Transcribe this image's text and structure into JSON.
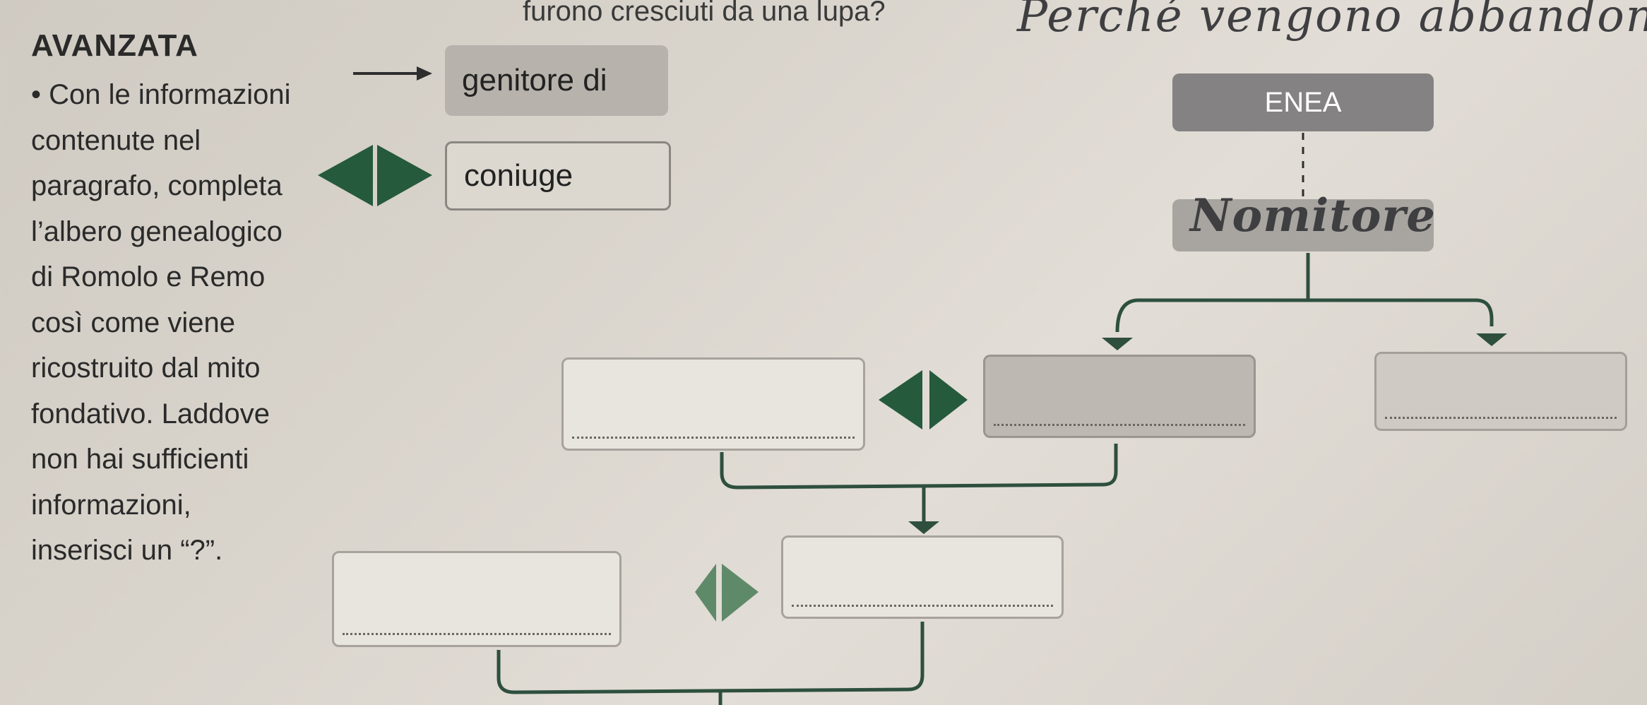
{
  "header": {
    "top_question": "furono cresciuti da una lupa?",
    "handwritten_answer": "Perché vengono abbandonati"
  },
  "section": {
    "label": "AVANZATA"
  },
  "instructions": {
    "lines": [
      "• Con le informazioni",
      "contenute nel",
      "paragrafo, completa",
      "l’albero genealogico",
      "di Romolo e Remo",
      "così come viene",
      "ricostruito dal mito",
      "fondativo. Laddove",
      "non hai sufficienti",
      "informazioni,",
      "inserisci un “?”."
    ]
  },
  "legend": {
    "parent_label": "genitore di",
    "spouse_label": "coniuge"
  },
  "tree": {
    "root_printed": "ENEA",
    "nomitore_handwritten": "Nomitore",
    "colors": {
      "line": "#2e4f3e",
      "marker": "#255a3c",
      "box_dark": "#848282"
    }
  }
}
